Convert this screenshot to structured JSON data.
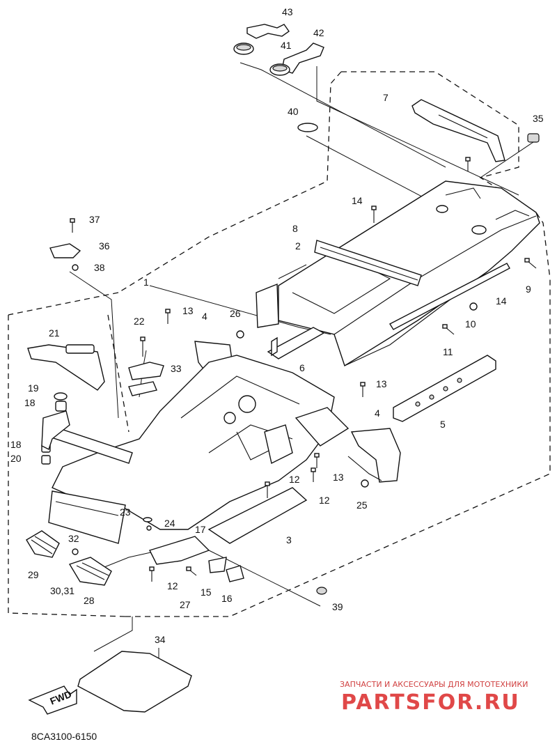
{
  "diagram": {
    "callouts": [
      {
        "id": "c1",
        "text": "1"
      },
      {
        "id": "c2",
        "text": "2"
      },
      {
        "id": "c3",
        "text": "3"
      },
      {
        "id": "c4a",
        "text": "4"
      },
      {
        "id": "c4b",
        "text": "4"
      },
      {
        "id": "c5",
        "text": "5"
      },
      {
        "id": "c6",
        "text": "6"
      },
      {
        "id": "c7",
        "text": "7"
      },
      {
        "id": "c8",
        "text": "8"
      },
      {
        "id": "c9",
        "text": "9"
      },
      {
        "id": "c10",
        "text": "10"
      },
      {
        "id": "c11",
        "text": "11"
      },
      {
        "id": "c12a",
        "text": "12"
      },
      {
        "id": "c12b",
        "text": "12"
      },
      {
        "id": "c12c",
        "text": "12"
      },
      {
        "id": "c13a",
        "text": "13"
      },
      {
        "id": "c13b",
        "text": "13"
      },
      {
        "id": "c13c",
        "text": "13"
      },
      {
        "id": "c14a",
        "text": "14"
      },
      {
        "id": "c14b",
        "text": "14"
      },
      {
        "id": "c15",
        "text": "15"
      },
      {
        "id": "c16",
        "text": "16"
      },
      {
        "id": "c17",
        "text": "17"
      },
      {
        "id": "c18a",
        "text": "18"
      },
      {
        "id": "c18b",
        "text": "18"
      },
      {
        "id": "c19",
        "text": "19"
      },
      {
        "id": "c20",
        "text": "20"
      },
      {
        "id": "c21",
        "text": "21"
      },
      {
        "id": "c22",
        "text": "22"
      },
      {
        "id": "c23",
        "text": "23"
      },
      {
        "id": "c24",
        "text": "24"
      },
      {
        "id": "c25",
        "text": "25"
      },
      {
        "id": "c26",
        "text": "26"
      },
      {
        "id": "c27",
        "text": "27"
      },
      {
        "id": "c28",
        "text": "28"
      },
      {
        "id": "c29",
        "text": "29"
      },
      {
        "id": "c3031",
        "text": "30,31"
      },
      {
        "id": "c32",
        "text": "32"
      },
      {
        "id": "c33",
        "text": "33"
      },
      {
        "id": "c34",
        "text": "34"
      },
      {
        "id": "c35",
        "text": "35"
      },
      {
        "id": "c36",
        "text": "36"
      },
      {
        "id": "c37",
        "text": "37"
      },
      {
        "id": "c38",
        "text": "38"
      },
      {
        "id": "c39",
        "text": "39"
      },
      {
        "id": "c40",
        "text": "40"
      },
      {
        "id": "c41",
        "text": "41"
      },
      {
        "id": "c42",
        "text": "42"
      },
      {
        "id": "c43",
        "text": "43"
      }
    ],
    "direction_label": "FWD",
    "drawing_code": "8CA3100-6150"
  },
  "watermark": {
    "subtitle": "ЗАПЧАСТИ И АКСЕССУАРЫ ДЛЯ МОТОТЕХНИКИ",
    "logo": "PARTSFOR.RU",
    "color": "#e04848"
  }
}
